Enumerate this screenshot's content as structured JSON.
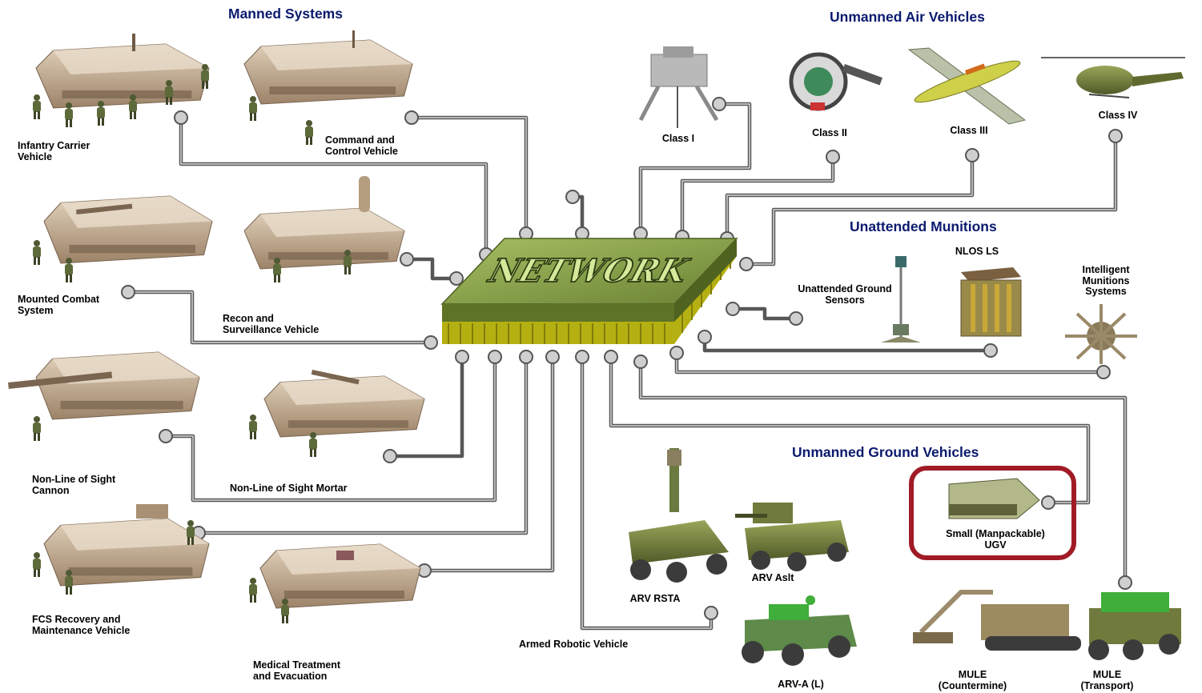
{
  "headings": {
    "manned": "Manned Systems",
    "uav": "Unmanned Air Vehicles",
    "munitions": "Unattended Munitions",
    "ugv": "Unmanned Ground Vehicles"
  },
  "network_label": "NETWORK",
  "manned_systems": {
    "icv": "Infantry Carrier Vehicle",
    "c2v": "Command and Control Vehicle",
    "mcs": "Mounted Combat System",
    "rsv": "Recon and Surveillance Vehicle",
    "nlosc": "Non-Line of Sight Cannon",
    "nlosm": "Non-Line of Sight Mortar",
    "frmv": "FCS Recovery and Maintenance Vehicle",
    "mtev": "Medical Treatment and Evacuation"
  },
  "uav": {
    "class1": "Class I",
    "class2": "Class II",
    "class3": "Class III",
    "class4": "Class IV"
  },
  "munitions": {
    "ugs": "Unattended Ground Sensors",
    "nlosls": "NLOS LS",
    "ims": "Intelligent Munitions Systems"
  },
  "ugv": {
    "arv": "Armed Robotic Vehicle",
    "arv_rsta": "ARV RSTA",
    "arv_aslt": "ARV Aslt",
    "arv_al": "ARV-A (L)",
    "small_ugv": "Small (Manpackable) UGV",
    "mule_cm": "MULE (Countermine)",
    "mule_t": "MULE (Transport)"
  },
  "colors": {
    "heading": "#0b1a6e",
    "highlight": "#a01b26",
    "chip_top": "#7f9a42",
    "chip_pins": "#c9c41c",
    "wire": "#555555",
    "tan_vehicle": "#c8b296",
    "green_vehicle": "#6f7a3c"
  }
}
